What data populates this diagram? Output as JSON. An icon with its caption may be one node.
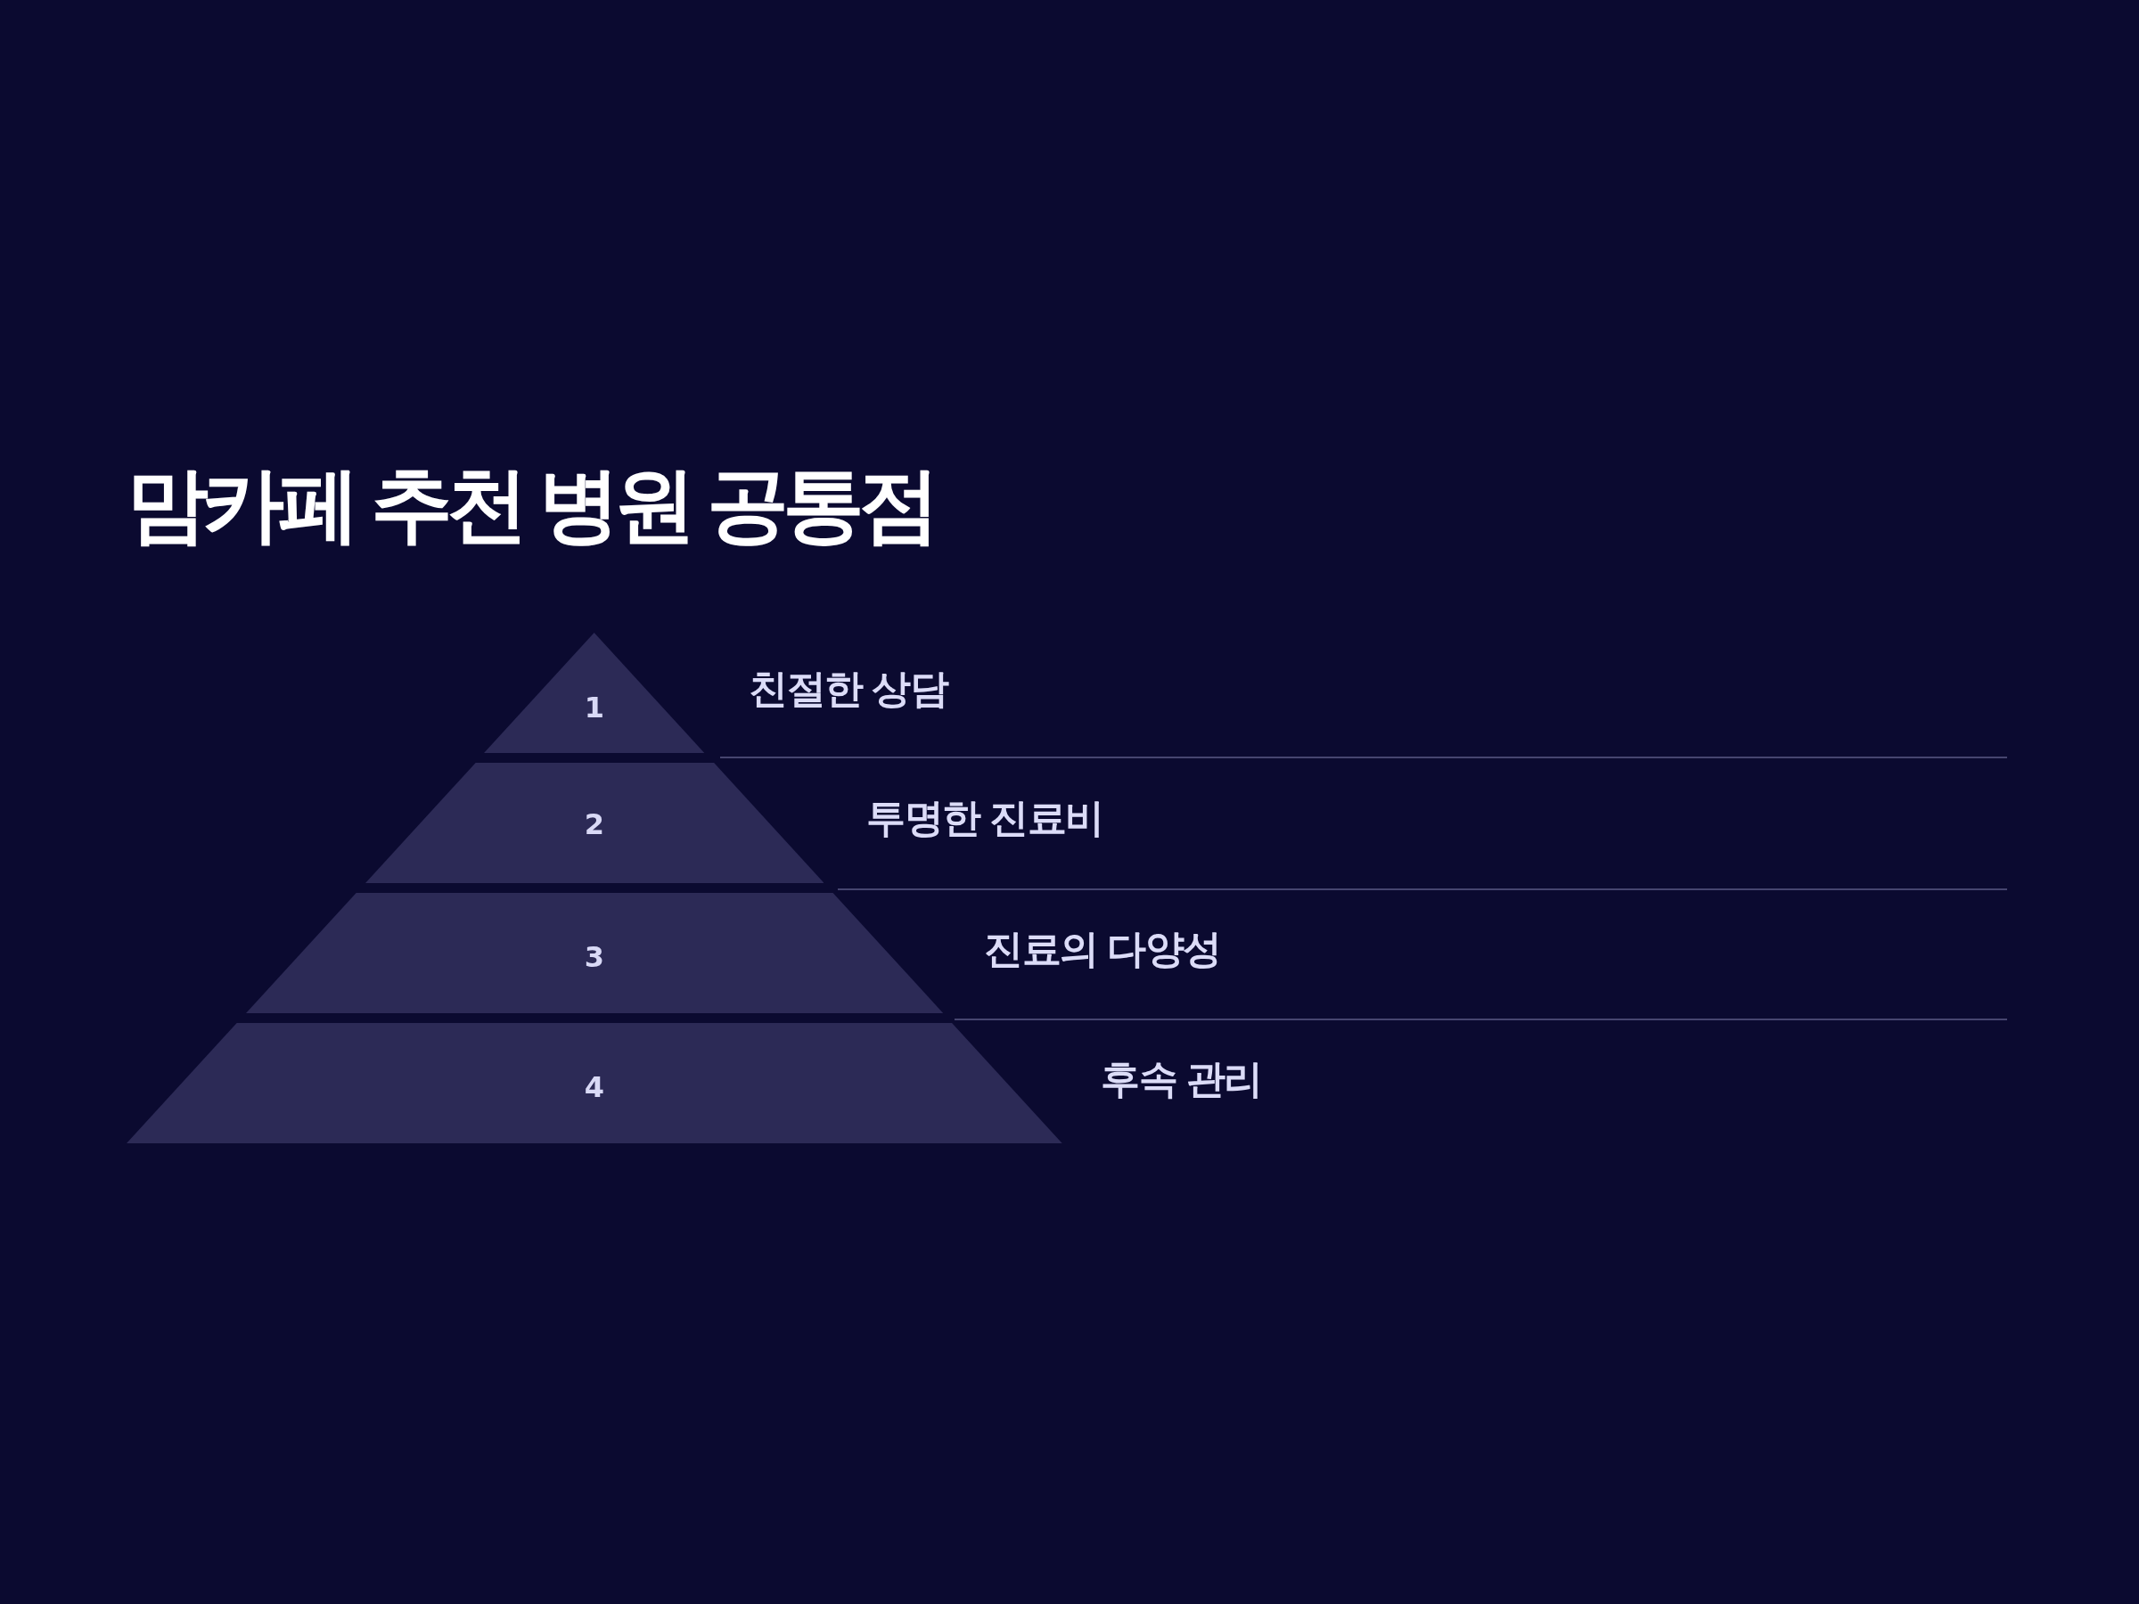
{
  "diagram": {
    "title": "맘카페 추천 병원 공통점",
    "nodes": [
      {
        "text": [
          "1"
        ],
        "beside": [
          "친절한 상담"
        ]
      },
      {
        "text": [
          "2"
        ],
        "beside": [
          "투명한 진료비"
        ]
      },
      {
        "text": [
          "3"
        ],
        "beside": [
          "진료의 다양성"
        ]
      },
      {
        "text": [
          "4"
        ],
        "beside": [
          "후속 관리"
        ]
      }
    ]
  }
}
